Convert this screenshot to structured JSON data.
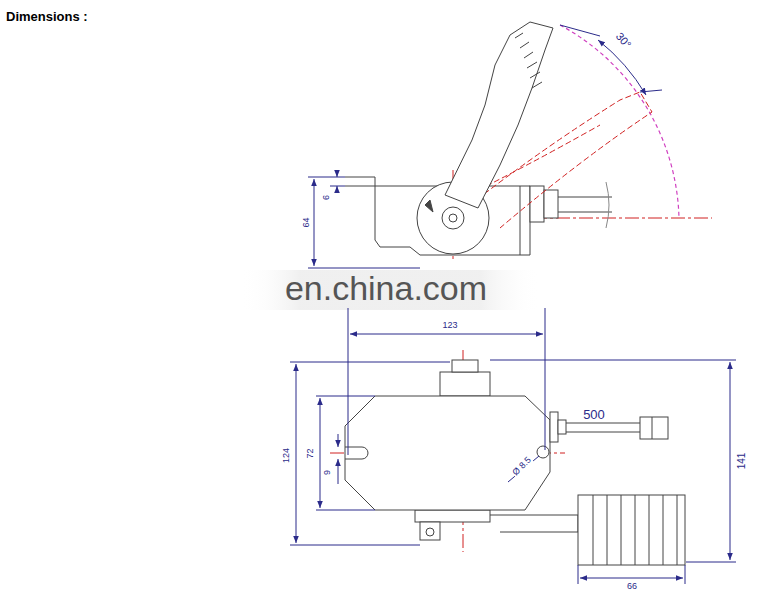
{
  "diagram": {
    "title": "Dimensions :",
    "labels": [
      "30°",
      "6",
      "64",
      "123",
      "124",
      "72",
      "9",
      "Ø 8.5",
      "500",
      "141",
      "66",
      "en.china.com"
    ]
  }
}
